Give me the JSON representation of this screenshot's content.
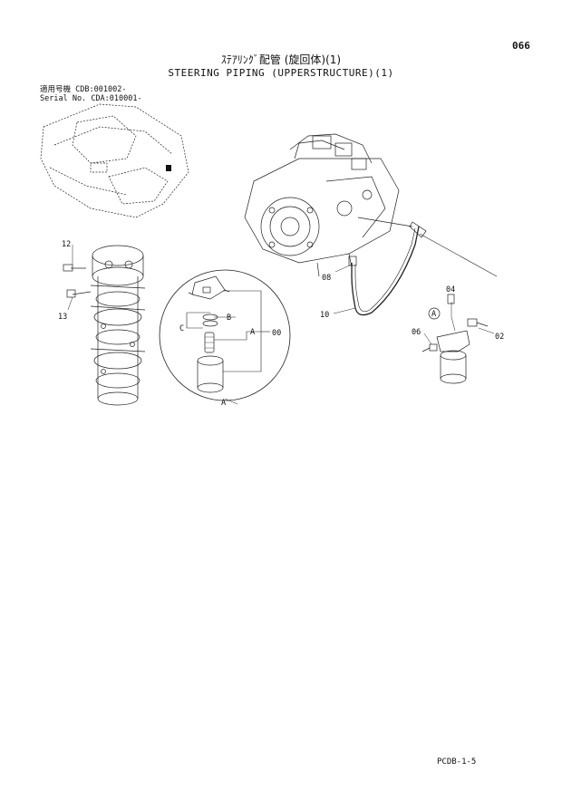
{
  "page_number": "066",
  "title_jp": "ｽﾃｱﾘﾝｸﾞ配管 (旋回体)(1)",
  "title_en": "STEERING PIPING (UPPERSTRUCTURE)(1)",
  "serial": [
    {
      "label": "適用号機",
      "value": "CDB:001002-"
    },
    {
      "label": "Serial No.",
      "value": "CDA:010001-"
    }
  ],
  "callouts": {
    "p12": "12",
    "p13": "13",
    "p08": "08",
    "p10": "10",
    "p04": "04",
    "p02": "02",
    "p06": "06",
    "p00": "00",
    "a_letter": "A",
    "b_letter": "B",
    "c_letter": "C",
    "a_bottom": "A",
    "a_circle": "A"
  },
  "footer_code": "PCDB-1-5"
}
